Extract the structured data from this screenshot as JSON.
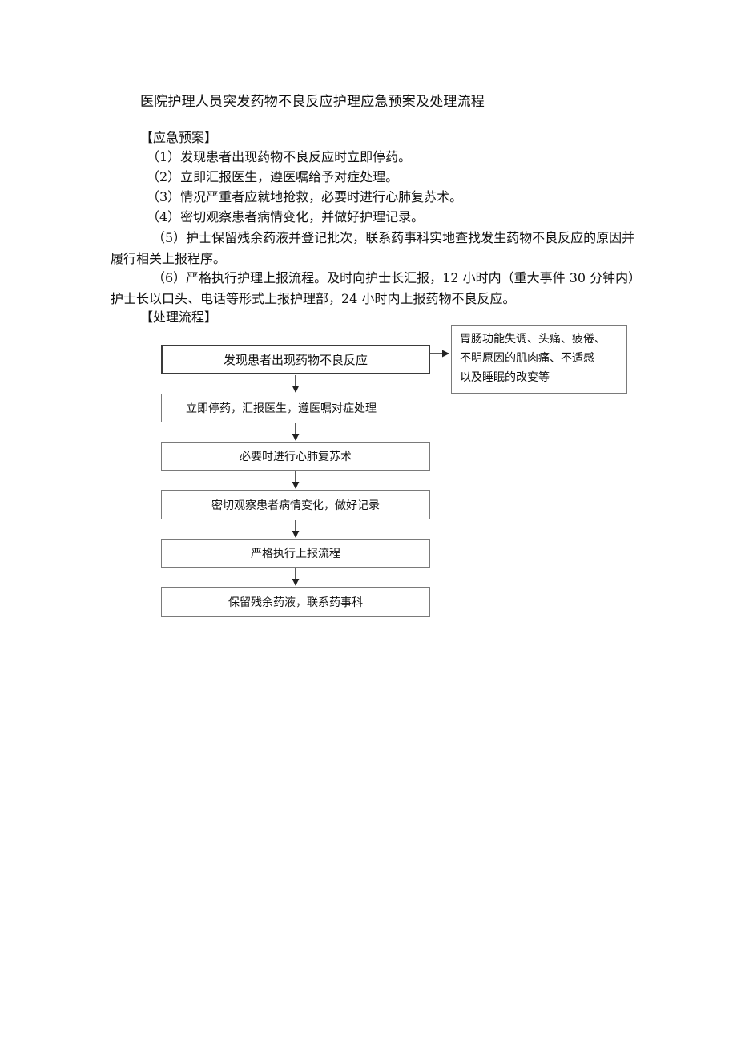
{
  "document": {
    "title": "医院护理人员突发药物不良反应护理应急预案及处理流程",
    "emergency_heading": "【应急预案】",
    "items": [
      "（1）发现患者出现药物不良反应时立即停药。",
      "（2）立即汇报医生，遵医嘱给予对症处理。",
      "（3）情况严重者应就地抢救，必要时进行心肺复苏术。",
      "（4）密切观察患者病情变化，并做好护理记录。",
      "（5）护士保留残余药液并登记批次，联系药事科实地查找发生药物不良反应的原因并履行相关上报程序。",
      "（6）严格执行护理上报流程。及时向护士长汇报，12 小时内（重大事件 30 分钟内）护士长以口头、电话等形式上报护理部，24 小时内上报药物不良反应。"
    ],
    "process_heading": "【处理流程】"
  },
  "flowchart": {
    "steps": [
      "发现患者出现药物不良反应",
      "立即停药，汇报医生，遵医嘱对症处理",
      "必要时进行心肺复苏术",
      "密切观察患者病情变化，做好记录",
      "严格执行上报流程",
      "保留残余药液，联系药事科"
    ],
    "side_note_lines": [
      "胃肠功能失调、头痛、疲倦、",
      "不明原因的肌肉痛、不适感",
      "以及睡眠的改变等"
    ]
  }
}
